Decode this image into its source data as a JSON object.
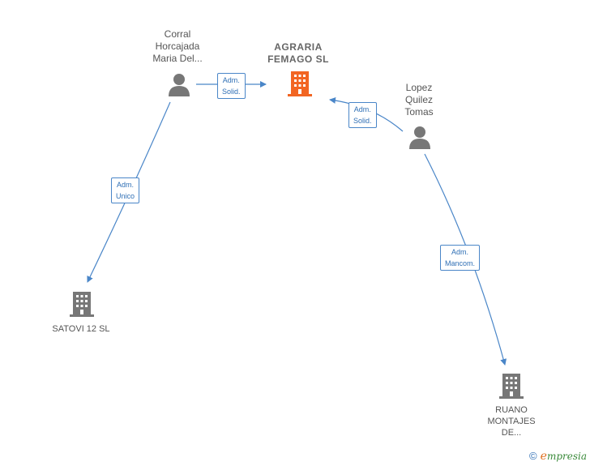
{
  "nodes": {
    "corral": {
      "label": "Corral\nHorcajada\nMaria Del..."
    },
    "agraria": {
      "label": "AGRARIA\nFEMAGO  SL",
      "color": "#f26522"
    },
    "lopez": {
      "label": "Lopez\nQuilez\nTomas"
    },
    "satovi": {
      "label": "SATOVI 12 SL"
    },
    "ruano": {
      "label": "RUANO\nMONTAJES\nDE..."
    }
  },
  "edges": {
    "corral_agraria": {
      "label": "Adm.\nSolid."
    },
    "lopez_agraria": {
      "label": "Adm.\nSolid."
    },
    "corral_satovi": {
      "label": "Adm.\nUnico"
    },
    "lopez_ruano": {
      "label": "Adm.\nMancom."
    }
  },
  "footer": {
    "copyright": "©",
    "brand_first": "e",
    "brand_rest": "mpresia"
  },
  "colors": {
    "edge": "#4a86c8",
    "person": "#777777",
    "company": "#777777",
    "main_company": "#f26522"
  }
}
